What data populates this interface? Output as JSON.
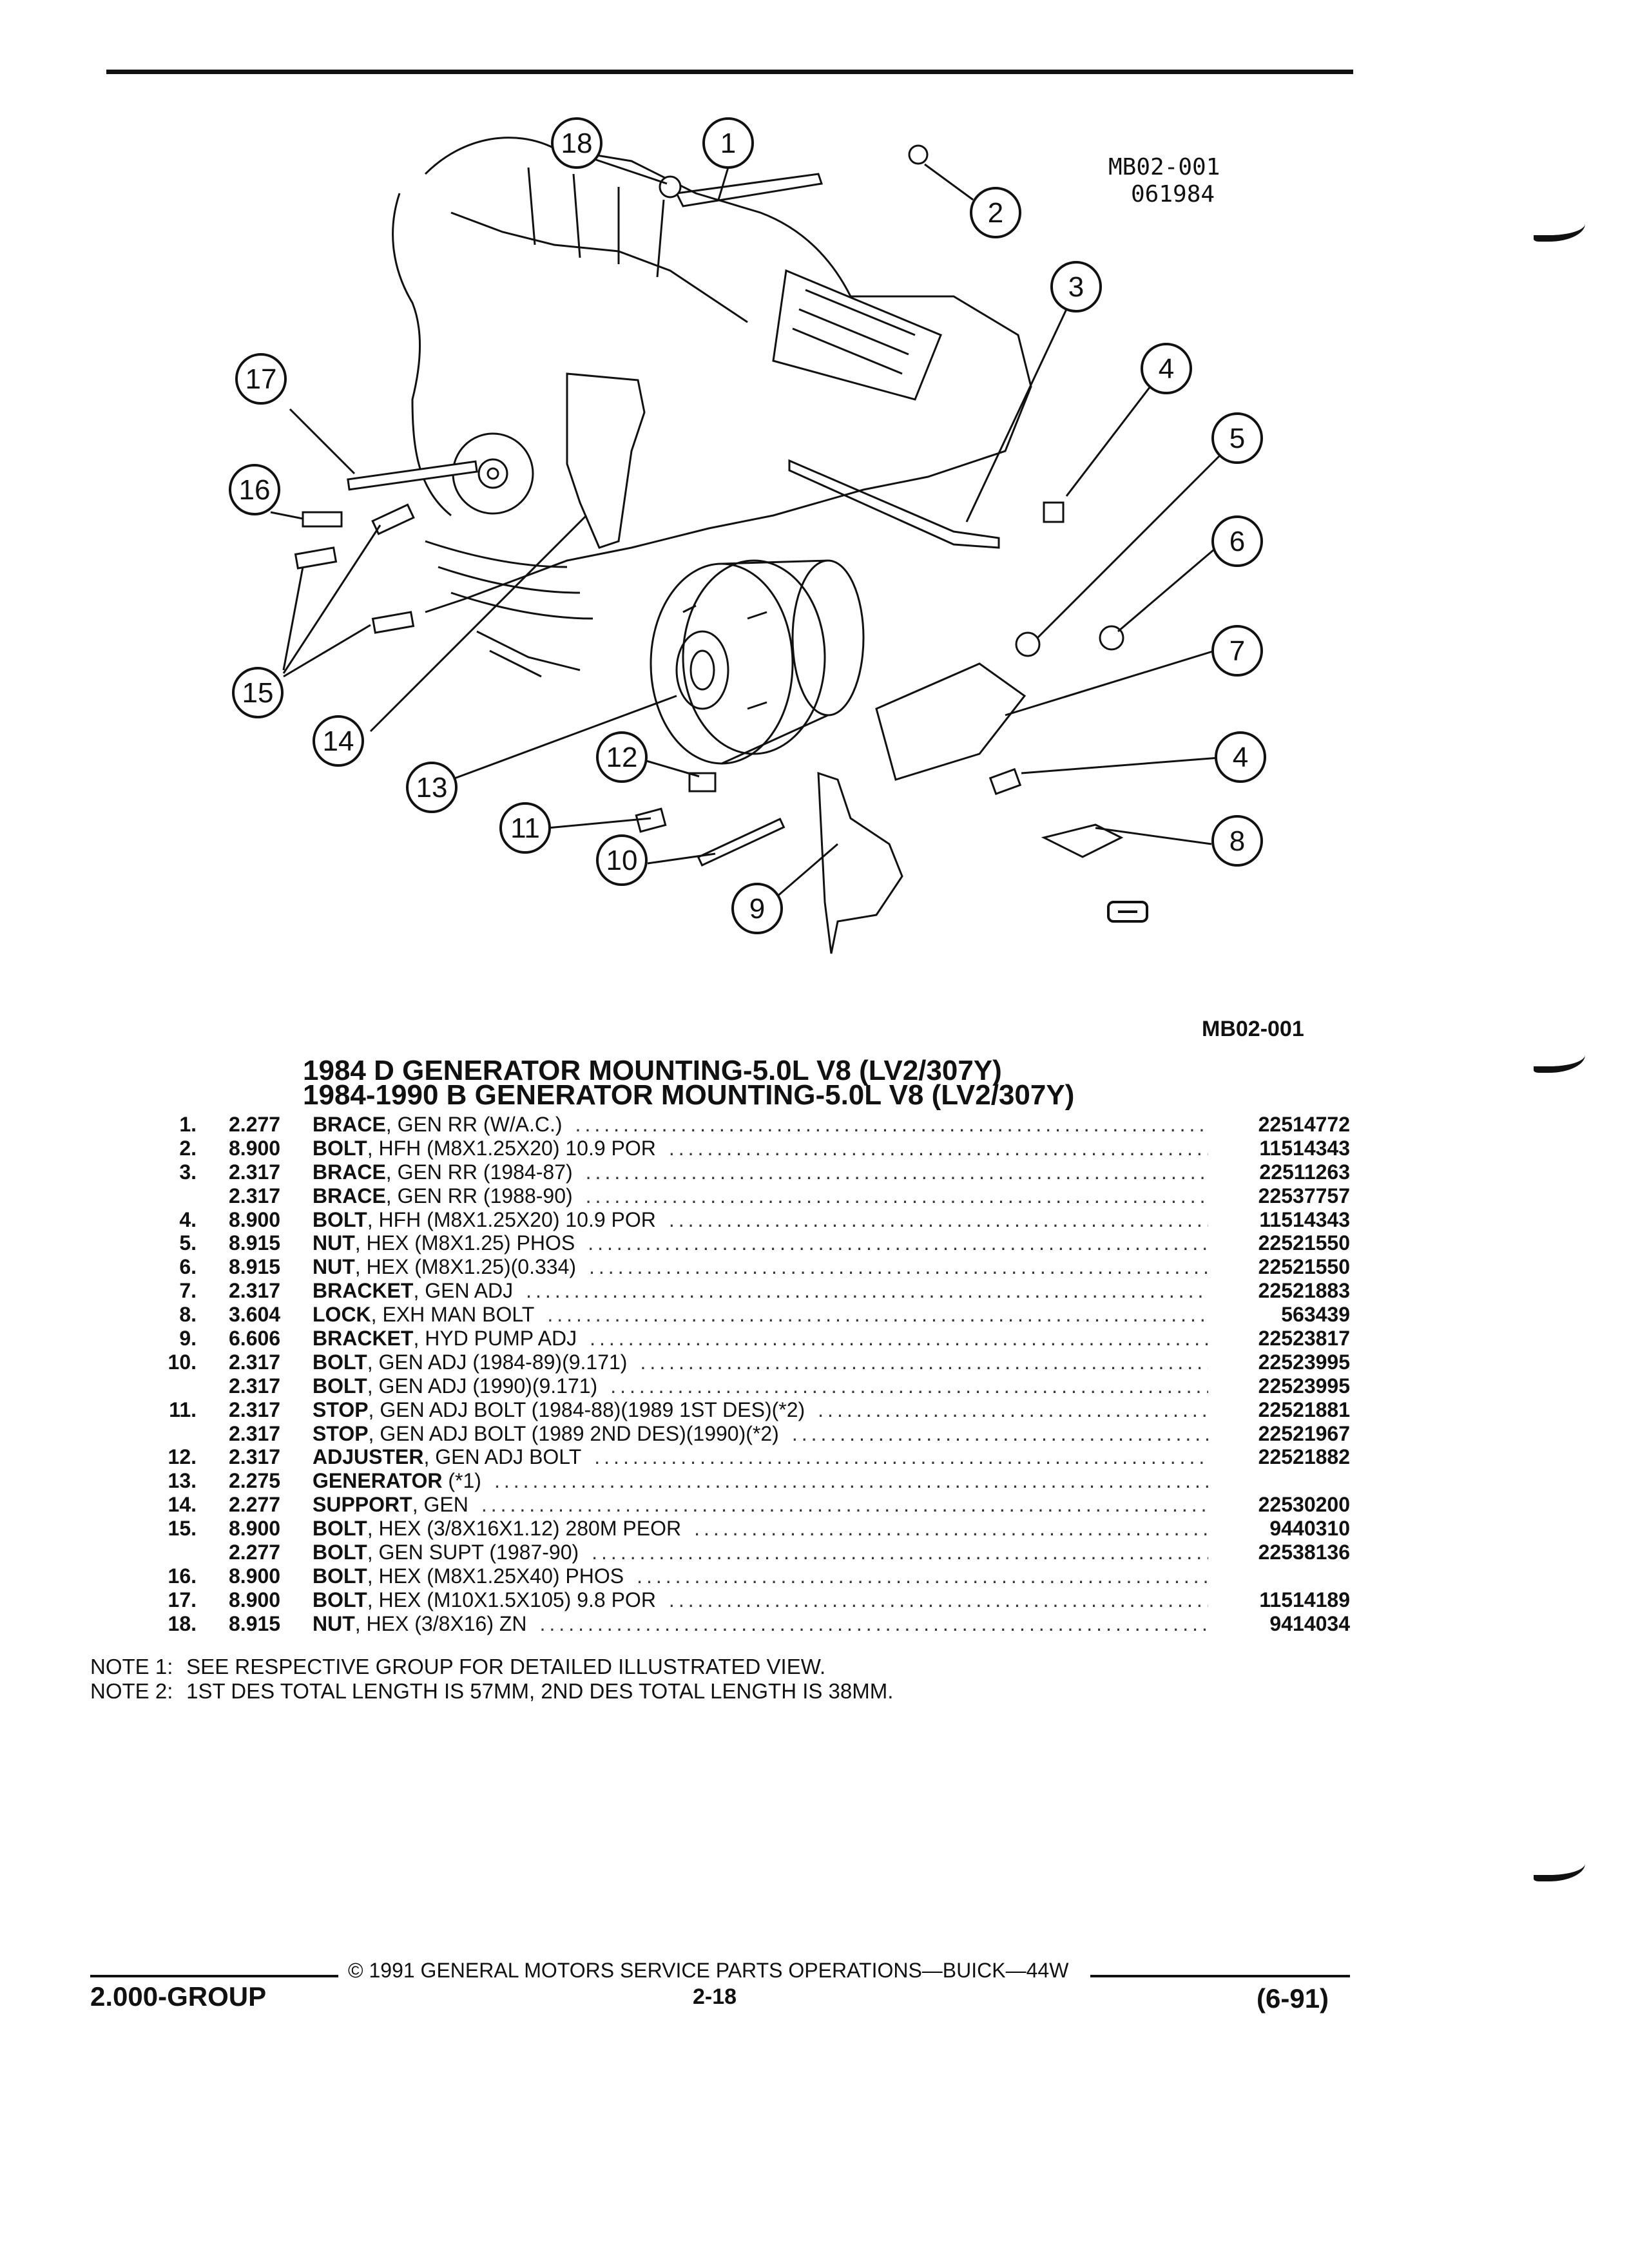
{
  "illustration": {
    "ref_code": "MB02-001",
    "ref_date": "061984",
    "caption_code": "MB02-001",
    "callouts": [
      "1",
      "2",
      "3",
      "4",
      "5",
      "6",
      "7",
      "4",
      "8",
      "9",
      "10",
      "11",
      "12",
      "13",
      "14",
      "15",
      "16",
      "17",
      "18"
    ]
  },
  "titles": {
    "line1": "1984 D GENERATOR MOUNTING-5.0L V8 (LV2/307Y)",
    "line2": "1984-1990 B GENERATOR MOUNTING-5.0L V8 (LV2/307Y)"
  },
  "parts": [
    {
      "num": "1.",
      "group": "2.277",
      "name": "BRACE",
      "detail": ", GEN RR (W/A.C.)",
      "part_no": "22514772"
    },
    {
      "num": "2.",
      "group": "8.900",
      "name": "BOLT",
      "detail": ", HFH (M8X1.25X20) 10.9 POR",
      "part_no": "11514343"
    },
    {
      "num": "3.",
      "group": "2.317",
      "name": "BRACE",
      "detail": ", GEN RR (1984-87)",
      "part_no": "22511263"
    },
    {
      "num": "",
      "group": "2.317",
      "name": "BRACE",
      "detail": ", GEN RR (1988-90)",
      "part_no": "22537757"
    },
    {
      "num": "4.",
      "group": "8.900",
      "name": "BOLT",
      "detail": ", HFH (M8X1.25X20) 10.9 POR",
      "part_no": "11514343"
    },
    {
      "num": "5.",
      "group": "8.915",
      "name": "NUT",
      "detail": ", HEX (M8X1.25) PHOS",
      "part_no": "22521550"
    },
    {
      "num": "6.",
      "group": "8.915",
      "name": "NUT",
      "detail": ", HEX (M8X1.25)(0.334)",
      "part_no": "22521550"
    },
    {
      "num": "7.",
      "group": "2.317",
      "name": "BRACKET",
      "detail": ", GEN ADJ",
      "part_no": "22521883"
    },
    {
      "num": "8.",
      "group": "3.604",
      "name": "LOCK",
      "detail": ", EXH MAN BOLT",
      "part_no": "563439"
    },
    {
      "num": "9.",
      "group": "6.606",
      "name": "BRACKET",
      "detail": ", HYD PUMP ADJ",
      "part_no": "22523817"
    },
    {
      "num": "10.",
      "group": "2.317",
      "name": "BOLT",
      "detail": ", GEN ADJ (1984-89)(9.171)",
      "part_no": "22523995"
    },
    {
      "num": "",
      "group": "2.317",
      "name": "BOLT",
      "detail": ", GEN ADJ (1990)(9.171)",
      "part_no": "22523995"
    },
    {
      "num": "11.",
      "group": "2.317",
      "name": "STOP",
      "detail": ", GEN ADJ BOLT (1984-88)(1989 1ST DES)(*2)",
      "part_no": "22521881"
    },
    {
      "num": "",
      "group": "2.317",
      "name": "STOP",
      "detail": ", GEN ADJ BOLT (1989 2ND DES)(1990)(*2)",
      "part_no": "22521967"
    },
    {
      "num": "12.",
      "group": "2.317",
      "name": "ADJUSTER",
      "detail": ", GEN ADJ BOLT",
      "part_no": "22521882"
    },
    {
      "num": "13.",
      "group": "2.275",
      "name": "GENERATOR",
      "detail": " (*1)",
      "part_no": ""
    },
    {
      "num": "14.",
      "group": "2.277",
      "name": "SUPPORT",
      "detail": ", GEN",
      "part_no": "22530200"
    },
    {
      "num": "15.",
      "group": "8.900",
      "name": "BOLT",
      "detail": ", HEX (3/8X16X1.12) 280M PEOR",
      "part_no": "9440310"
    },
    {
      "num": "",
      "group": "2.277",
      "name": "BOLT",
      "detail": ", GEN SUPT (1987-90)",
      "part_no": "22538136"
    },
    {
      "num": "16.",
      "group": "8.900",
      "name": "BOLT",
      "detail": ", HEX (M8X1.25X40) PHOS",
      "part_no": ""
    },
    {
      "num": "17.",
      "group": "8.900",
      "name": "BOLT",
      "detail": ", HEX (M10X1.5X105) 9.8 POR",
      "part_no": "11514189"
    },
    {
      "num": "18.",
      "group": "8.915",
      "name": "NUT",
      "detail": ", HEX (3/8X16) ZN",
      "part_no": "9414034"
    }
  ],
  "notes": [
    {
      "label": "NOTE  1:",
      "text": "SEE RESPECTIVE GROUP FOR DETAILED ILLUSTRATED VIEW."
    },
    {
      "label": "NOTE  2:",
      "text": "1ST DES TOTAL LENGTH IS 57MM, 2ND DES TOTAL LENGTH IS 38MM."
    }
  ],
  "footer": {
    "center_text": "© 1991  GENERAL MOTORS SERVICE PARTS OPERATIONS—BUICK—44W",
    "group": "2.000-GROUP",
    "page": "2-18",
    "date": "(6-91)"
  }
}
